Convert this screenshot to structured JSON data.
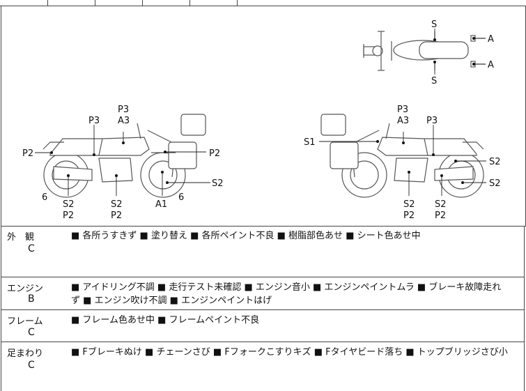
{
  "diagram": {
    "labels": {
      "top_s_upper": "S",
      "top_s_lower": "S",
      "top_a_upper": "A",
      "top_a_lower": "A",
      "left_p3": "P3",
      "left_p3_top": "P3",
      "left_a3": "A3",
      "left_p2_left": "P2",
      "left_p2_right": "P2",
      "left_s2_right": "S2",
      "left_6_left": "6",
      "left_6_right": "6",
      "left_s2_bottom1": "S2",
      "left_p2_bottom1": "P2",
      "left_s2_bottom2": "S2",
      "left_p2_bottom2": "P2",
      "left_a1": "A1",
      "right_p3_top": "P3",
      "right_a3": "A3",
      "right_p3": "P3",
      "right_s1": "S1",
      "right_s2_1": "S2",
      "right_s2_2": "S2",
      "right_s2_bottom1": "S2",
      "right_p2_bottom1": "P2",
      "right_s2_bottom2": "S2",
      "right_p2_bottom2": "P2"
    }
  },
  "sections": [
    {
      "category": "外　観",
      "grade": "C",
      "notes": "■ 各所うすきず ■ 塗り替え ■ 各所ペイント不良 ■ 樹脂部色あせ ■ シート色あせ中"
    },
    {
      "category": "エンジン",
      "grade": "B",
      "notes": "■ アイドリング不調 ■ 走行テスト未確認 ■ エンジン音小 ■ エンジンペイントムラ ■ ブレーキ故障走れ",
      "notes_cont": "ず ■ エンジン吹け不調 ■ エンジンペイントはげ"
    },
    {
      "category": "フレーム",
      "grade": "C",
      "notes": "■ フレーム色あせ中 ■ フレームペイント不良"
    },
    {
      "category": "足まわり",
      "grade": "C",
      "notes": "■ Fブレーキぬけ ■ チェーンさび ■ Fフォークこすりキズ ■ Fタイヤビード落ち ■ トップブリッジさび小"
    }
  ]
}
